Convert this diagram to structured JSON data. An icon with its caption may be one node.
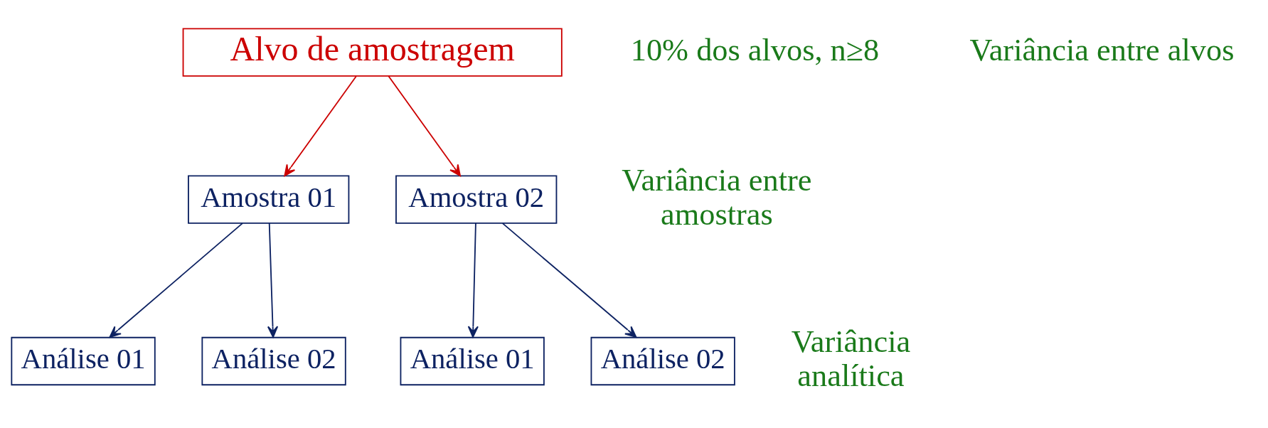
{
  "diagram": {
    "nodes": [
      {
        "text": [
          "Alvo de amostragem"
        ]
      },
      {
        "text": [
          "Amostra 01"
        ]
      },
      {
        "text": [
          "Amostra 02"
        ]
      },
      {
        "text": [
          "Análise 01"
        ]
      },
      {
        "text": [
          "Análise 02"
        ]
      },
      {
        "text": [
          "Análise 01"
        ]
      },
      {
        "text": [
          "Análise 02"
        ]
      }
    ],
    "edges": [
      {
        "from": 0,
        "to": 1,
        "arrow": "to",
        "color": "#cc0000"
      },
      {
        "from": 0,
        "to": 2,
        "arrow": "to",
        "color": "#cc0000"
      },
      {
        "from": 1,
        "to": 3,
        "arrow": "to"
      },
      {
        "from": 1,
        "to": 4,
        "arrow": "to"
      },
      {
        "from": 2,
        "to": 5,
        "arrow": "to"
      },
      {
        "from": 2,
        "to": 6,
        "arrow": "to"
      }
    ],
    "labels": [
      "10% dos alvos, n≥8",
      "Variância entre alvos",
      "Variância entre amostras",
      "Variância analítica"
    ]
  }
}
